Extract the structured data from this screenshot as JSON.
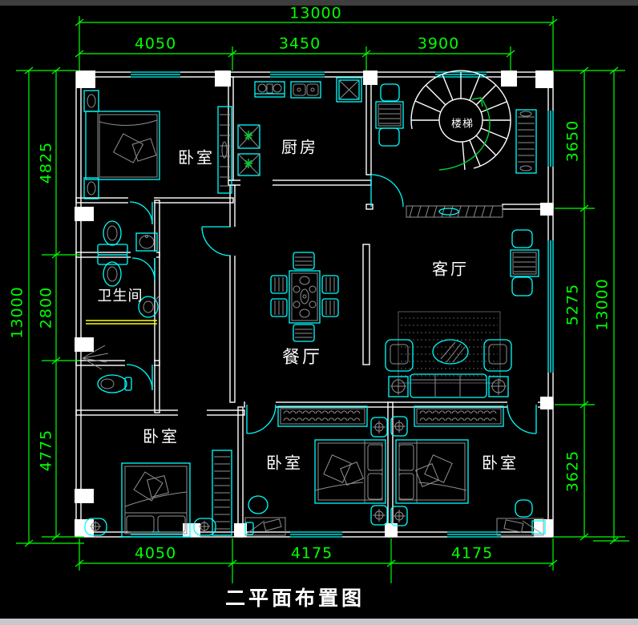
{
  "title": "二平面布置图",
  "colors": {
    "background": "#000000",
    "walls": "#ffffff",
    "furniture": "#00ffff",
    "dimensions": "#00ff00",
    "threshold": "#ffff00"
  },
  "dimensions": {
    "top_total": "13000",
    "top_segments": [
      "4050",
      "3450",
      "3900"
    ],
    "bottom_segments": [
      "4050",
      "4175",
      "4175"
    ],
    "left_total": "13000",
    "left_segments": [
      "4825",
      "2800",
      "4775"
    ],
    "right_total": "13000",
    "right_segments": [
      "3650",
      "5275",
      "3625"
    ]
  },
  "rooms": {
    "bedroom_top_left": "卧室",
    "kitchen": "厨房",
    "stairs": "楼梯",
    "bathroom": "卫生间",
    "dining": "餐厅",
    "living": "客厅",
    "bedroom_bottom_left": "卧室",
    "bedroom_bottom_middle": "卧室",
    "bedroom_bottom_right": "卧室"
  }
}
